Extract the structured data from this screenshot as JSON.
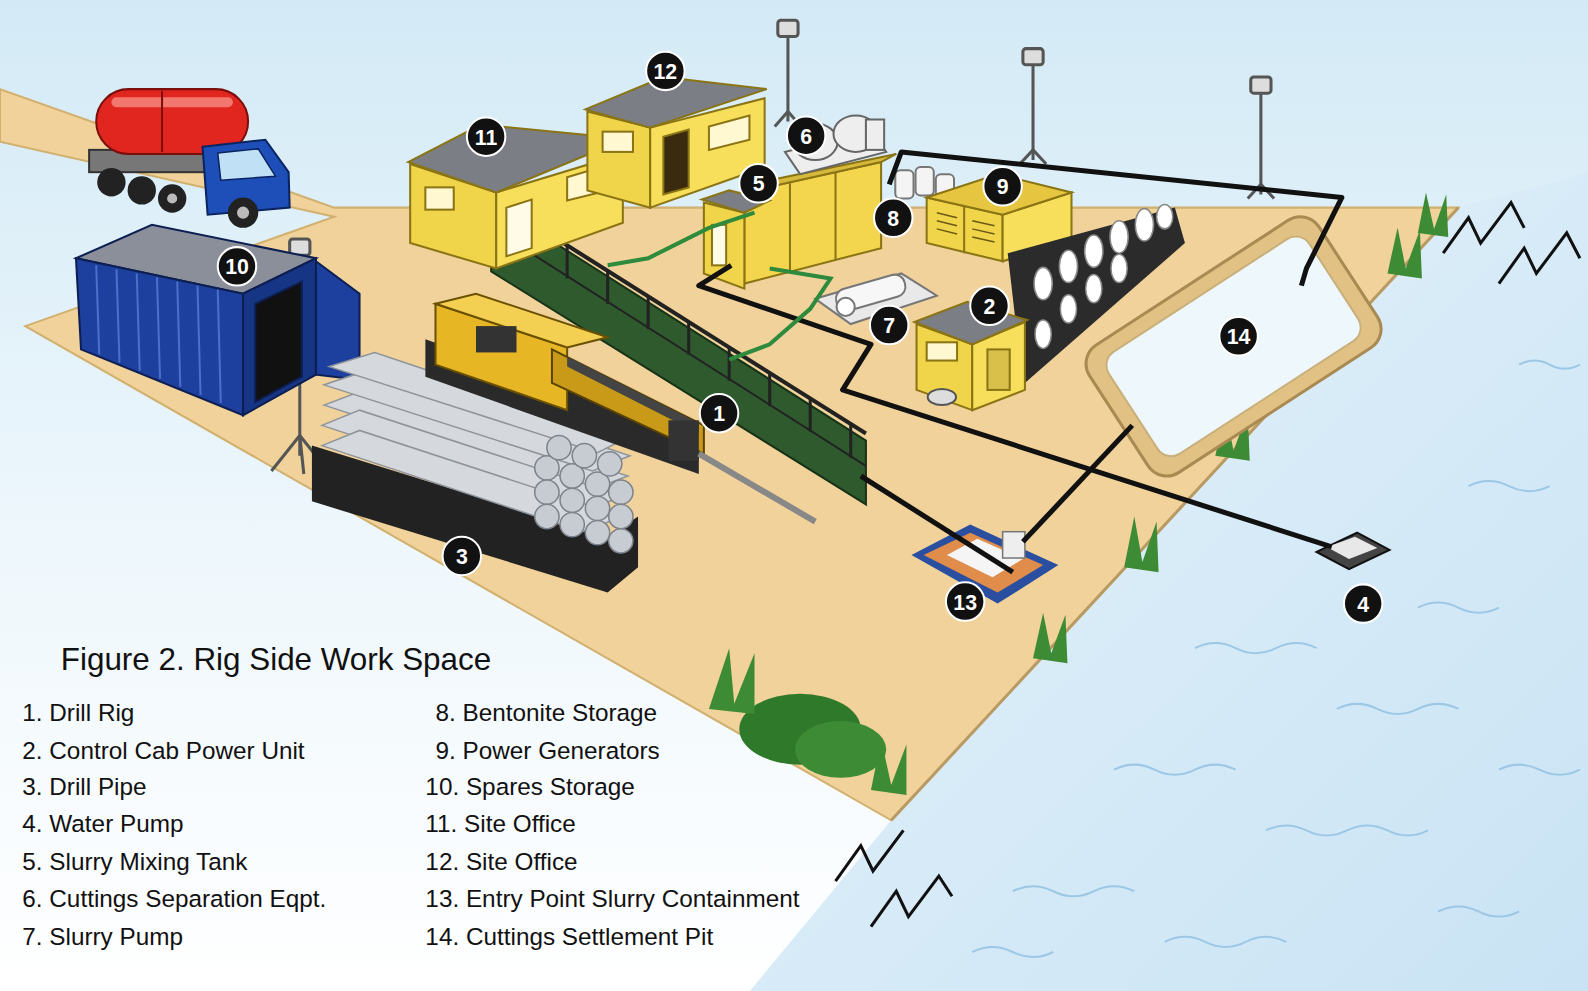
{
  "diagram": {
    "title": "Figure 2. Rig Side Work Space",
    "nodes": [
      {
        "text": [
          "1"
        ]
      },
      {
        "text": [
          "2"
        ]
      },
      {
        "text": [
          "3"
        ]
      },
      {
        "text": [
          "4"
        ]
      },
      {
        "text": [
          "5"
        ]
      },
      {
        "text": [
          "6"
        ]
      },
      {
        "text": [
          "7"
        ]
      },
      {
        "text": [
          "8"
        ]
      },
      {
        "text": [
          "9"
        ]
      },
      {
        "text": [
          "10"
        ]
      },
      {
        "text": [
          "11"
        ]
      },
      {
        "text": [
          "12"
        ]
      },
      {
        "text": [
          "13"
        ]
      },
      {
        "text": [
          "14"
        ]
      }
    ],
    "labels": [
      "1. Drill Rig",
      "2. Control Cab Power Unit",
      "3. Drill Pipe",
      "4. Water Pump",
      "5. Slurry Mixing Tank",
      "6. Cuttings Separation Eqpt.",
      "7. Slurry Pump",
      "8. Bentonite Storage",
      "9. Power Generators",
      "10. Spares Storage",
      "11. Site Office",
      "12. Site Office",
      "13. Entry Point Slurry Containment",
      "14. Cuttings Settlement Pit"
    ]
  }
}
